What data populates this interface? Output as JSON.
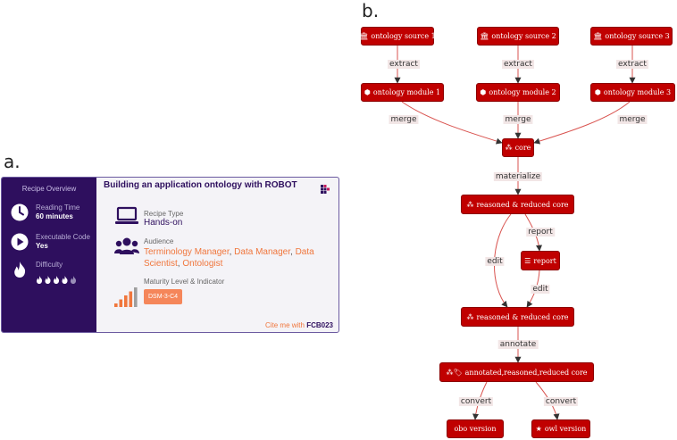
{
  "panels": {
    "a": "a.",
    "b": "b."
  },
  "card": {
    "sidebar_header": "Recipe Overview",
    "reading_time_label": "Reading Time",
    "reading_time_value": "60 minutes",
    "executable_code_label": "Executable Code",
    "executable_code_value": "Yes",
    "difficulty_label": "Difficulty",
    "difficulty_rating": "4 of 5",
    "title": "Building an application ontology with ROBOT",
    "recipe_type_label": "Recipe Type",
    "recipe_type_value": "Hands-on",
    "audience_label": "Audience",
    "audience": [
      "Terminology Manager",
      "Data Manager",
      "Data Scientist",
      "Ontologist"
    ],
    "maturity_label": "Maturity Level & Indicator",
    "maturity_badge": "DSM-3-C4",
    "maturity_level": 4,
    "cite_prefix": "Cite me with",
    "cite_id": "FCB023",
    "colors": {
      "sidebar": "#2e0f5e",
      "accent": "#f0763c"
    }
  },
  "diagram": {
    "node_color": "#c00000",
    "nodes": {
      "src1": {
        "label": "ontology source 1",
        "icon": "institution-icon"
      },
      "src2": {
        "label": "ontology source 2",
        "icon": "institution-icon"
      },
      "src3": {
        "label": "ontology source 3",
        "icon": "institution-icon"
      },
      "mod1": {
        "label": "ontology module 1",
        "icon": "cube-icon"
      },
      "mod2": {
        "label": "ontology module 2",
        "icon": "cube-icon"
      },
      "mod3": {
        "label": "ontology module 3",
        "icon": "cube-icon"
      },
      "core": {
        "label": "core",
        "icon": "cubes-icon"
      },
      "rrc1": {
        "label": "reasoned & reduced core",
        "icon": "cubes-icon"
      },
      "report": {
        "label": "report",
        "icon": "list-icon"
      },
      "rrc2": {
        "label": "reasoned & reduced core",
        "icon": "cubes-icon"
      },
      "arrc": {
        "label": "annotated,reasoned,reduced core",
        "icon": "cubes-tag-icon"
      },
      "obo": {
        "label": "obo version",
        "icon": ""
      },
      "owl": {
        "label": "owl version",
        "icon": "star-icon"
      }
    },
    "edges": {
      "extract1": "extract",
      "extract2": "extract",
      "extract3": "extract",
      "merge1": "merge",
      "merge2": "merge",
      "merge3": "merge",
      "materialize": "materialize",
      "report": "report",
      "edit1": "edit",
      "edit2": "edit",
      "annotate": "annotate",
      "convert1": "convert",
      "convert2": "convert"
    }
  }
}
